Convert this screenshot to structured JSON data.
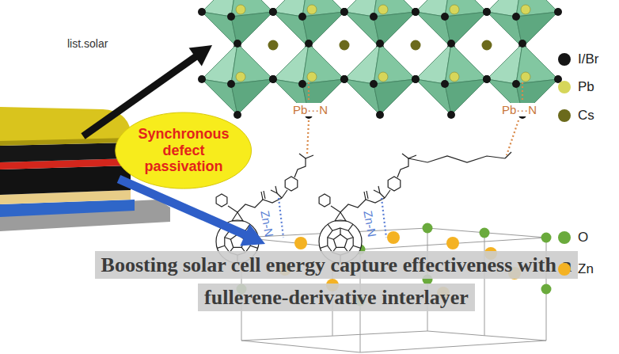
{
  "diagram": {
    "title": "Boosting solar cell energy capture effectiveness with a fullerene-derivative interlayer",
    "nodes": [
      {
        "text": [
          "Synchronous defect passivation"
        ]
      }
    ],
    "labels": [
      "list.solar",
      "Pb···N",
      "Pb···N",
      "Zn-N",
      "Zn-N"
    ],
    "legend": [
      {
        "text": "I/Br",
        "color": "#151515"
      },
      {
        "text": "Pb",
        "color": "#d6d65a"
      },
      {
        "text": "Cs",
        "color": "#6b6a1c"
      },
      {
        "text": "O",
        "color": "#6aaa3c"
      },
      {
        "text": "Zn",
        "color": "#f4b223"
      }
    ]
  }
}
